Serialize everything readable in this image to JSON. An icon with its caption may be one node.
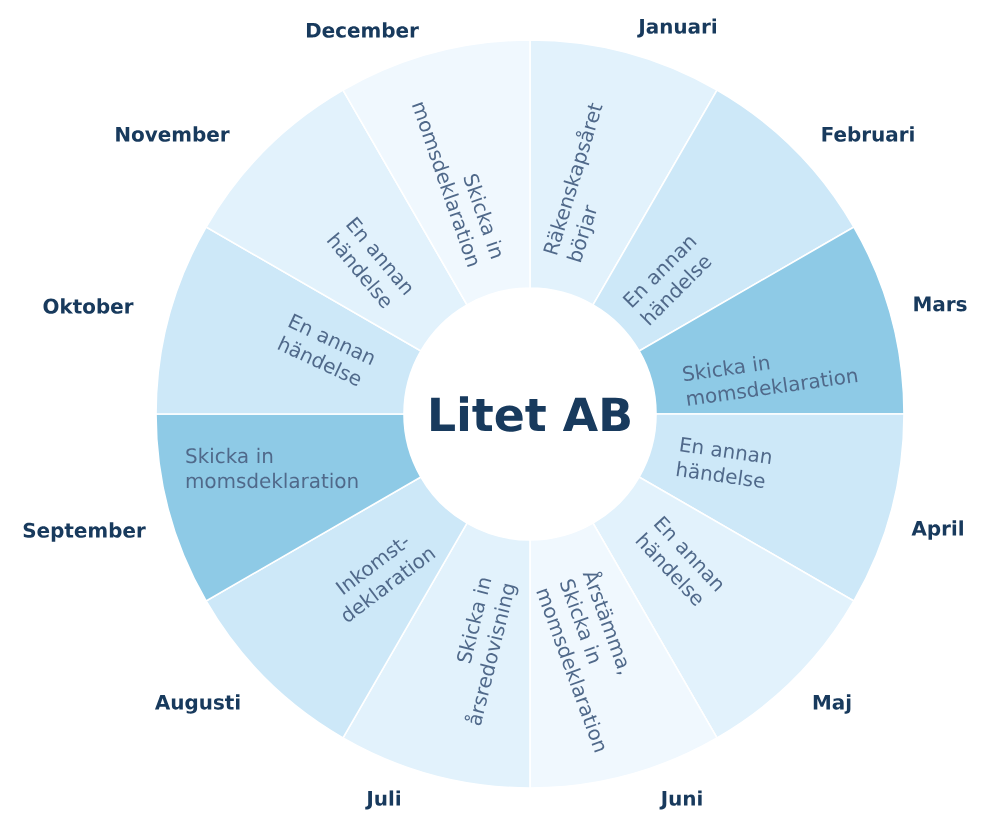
{
  "diagram": {
    "nodes": [
      {
        "text": [
          "Litet AB"
        ]
      },
      {
        "text": [
          "Januari",
          "Räkenskapsåret börjar"
        ]
      },
      {
        "text": [
          "Februari",
          "En annan händelse"
        ]
      },
      {
        "text": [
          "Mars",
          "Skicka in momsdeklaration"
        ]
      },
      {
        "text": [
          "April",
          "En annan händelse"
        ]
      },
      {
        "text": [
          "Maj",
          "En annan händelse"
        ]
      },
      {
        "text": [
          "Juni",
          "Årstämma, Skicka in momsdeklaration"
        ]
      },
      {
        "text": [
          "Juli",
          "Skicka in årsredovisning"
        ]
      },
      {
        "text": [
          "Augusti",
          "Inkomst- deklaration"
        ]
      },
      {
        "text": [
          "September",
          "Skicka in momsdeklaration"
        ]
      },
      {
        "text": [
          "Oktober",
          "En annan händelse"
        ]
      },
      {
        "text": [
          "November",
          "En annan händelse"
        ]
      },
      {
        "text": [
          "December",
          "Skicka in momsdeklaration"
        ]
      }
    ]
  }
}
